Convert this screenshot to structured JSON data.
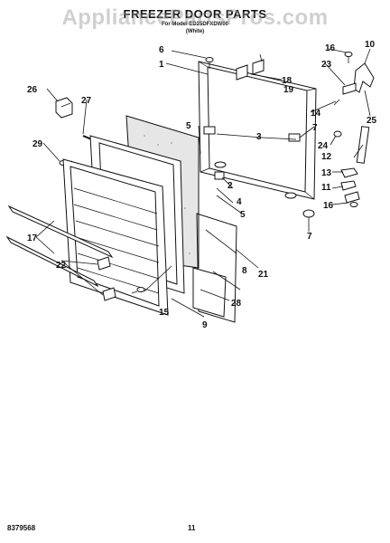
{
  "header": {
    "title": "FREEZER DOOR PARTS",
    "model": "For Model ED25DFXDW00",
    "note": "(White)"
  },
  "watermark": "AppliancePartsPros.com",
  "footer": {
    "part_number": "8379568",
    "page_number": "11"
  },
  "callouts": [
    "1",
    "2",
    "3",
    "4",
    "5",
    "6",
    "7",
    "8",
    "9",
    "10",
    "11",
    "12",
    "13",
    "14",
    "15",
    "16",
    "17",
    "18",
    "19",
    "21",
    "22",
    "23",
    "24",
    "25",
    "26",
    "27",
    "28",
    "29"
  ]
}
